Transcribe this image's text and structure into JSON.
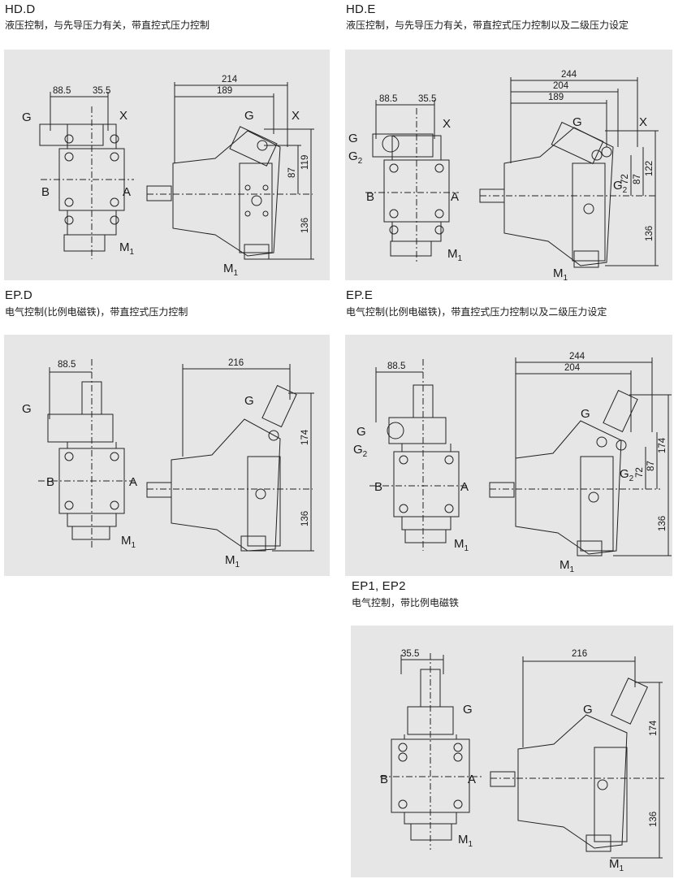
{
  "sections": {
    "hd_d": {
      "title": "HD.D",
      "desc": "液压控制，与先导压力有关，带直控式压力控制",
      "dims": {
        "d1": "88.5",
        "d2": "35.5",
        "d3": "214",
        "d4": "189",
        "d5": "87",
        "d6": "119",
        "d7": "136"
      },
      "ports": {
        "g": "G",
        "x": "X",
        "b": "B",
        "a": "A",
        "m": "M",
        "m_sub": "1",
        "g_side": "G",
        "x_side": "X",
        "m_side": "M",
        "m_side_sub": "1"
      }
    },
    "hd_e": {
      "title": "HD.E",
      "desc": "液压控制，与先导压力有关，带直控式压力控制以及二级压力设定",
      "dims": {
        "d1": "88.5",
        "d2": "35.5",
        "d3": "244",
        "d4": "204",
        "d5": "189",
        "d6": "72",
        "d7": "87",
        "d8": "122",
        "d9": "136"
      },
      "ports": {
        "g": "G",
        "g2": "G",
        "g2_sub": "2",
        "x": "X",
        "b": "B",
        "a": "A",
        "m": "M",
        "m_sub": "1",
        "g_side": "G",
        "x_side": "X",
        "g2_side": "G",
        "g2_side_sub": "2",
        "m_side": "M",
        "m_side_sub": "1"
      }
    },
    "ep_d": {
      "title": "EP.D",
      "desc": "电气控制(比例电磁铁)，带直控式压力控制",
      "dims": {
        "d1": "88.5",
        "d2": "216",
        "d3": "174",
        "d4": "136"
      },
      "ports": {
        "g": "G",
        "b": "B",
        "a": "A",
        "m": "M",
        "m_sub": "1",
        "g_side": "G",
        "m_side": "M",
        "m_side_sub": "1"
      }
    },
    "ep_e": {
      "title": "EP.E",
      "desc": "电气控制(比例电磁铁)，带直控式压力控制以及二级压力设定",
      "dims": {
        "d1": "88.5",
        "d2": "244",
        "d3": "204",
        "d4": "72",
        "d5": "87",
        "d6": "174",
        "d7": "136"
      },
      "ports": {
        "g": "G",
        "g2": "G",
        "g2_sub": "2",
        "b": "B",
        "a": "A",
        "m": "M",
        "m_sub": "1",
        "g_side": "G",
        "g2_side": "G",
        "g2_side_sub": "2",
        "m_side": "M",
        "m_side_sub": "1"
      }
    },
    "ep12": {
      "title": "EP1, EP2",
      "desc": "电气控制，带比例电磁铁",
      "dims": {
        "d1": "35.5",
        "d2": "216",
        "d3": "174",
        "d4": "136"
      },
      "ports": {
        "g": "G",
        "b": "B",
        "a": "A",
        "m": "M",
        "m_sub": "1",
        "g_side": "G",
        "m_side": "M",
        "m_side_sub": "1"
      }
    }
  }
}
